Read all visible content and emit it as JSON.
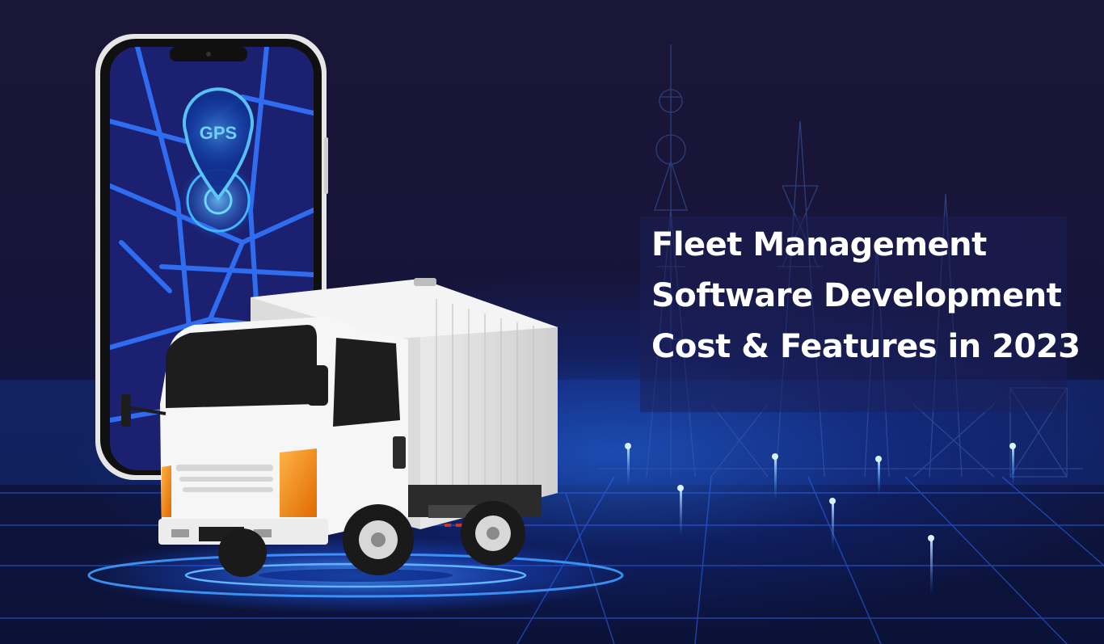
{
  "banner": {
    "headline_lines": [
      "Fleet Management",
      "Software Development",
      "Cost & Features in 2023"
    ]
  },
  "phone": {
    "map_pin_label": "GPS"
  },
  "colors": {
    "background": "#15122f",
    "glow_blue": "#1e6bff",
    "map_road": "#2f6cf0",
    "truck_body": "#f2f2f2",
    "truck_light": "#f28a1c"
  },
  "icons": [
    "gps-pin-icon"
  ]
}
